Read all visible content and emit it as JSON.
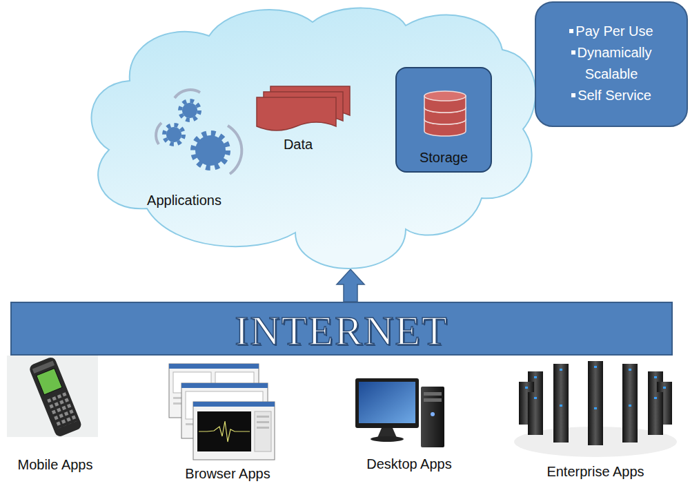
{
  "diagram": {
    "nodes": [
      {
        "text": [
          "Applications",
          "Data"
        ]
      },
      {
        "text": [
          "Storage"
        ],
        "in": 0
      },
      {
        "text": [
          "Pay Per Use",
          "Dynamically Scalable",
          "Self Service"
        ]
      },
      {
        "text": [
          "INTERNET"
        ]
      }
    ],
    "edges": [
      {
        "from": 3,
        "to": 0,
        "arrow": "to"
      }
    ],
    "labels": [
      "Mobile Apps",
      "Browser Apps",
      "Desktop Apps",
      "Enterprise Apps"
    ]
  }
}
